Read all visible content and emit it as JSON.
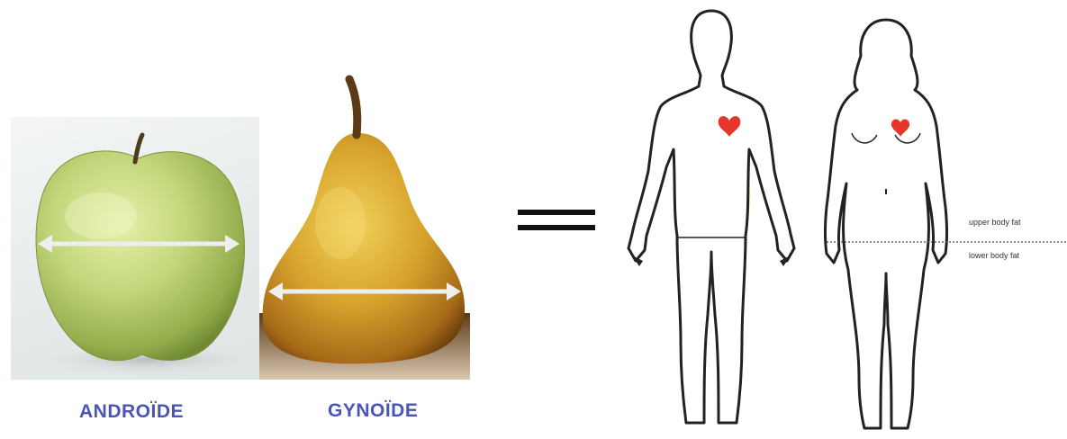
{
  "captions": {
    "apple": "ANDROÏDE",
    "pear": "GYNOÏDE"
  },
  "equals_sign": "=",
  "body_fat_labels": {
    "upper": "upper body fat",
    "lower": "lower body fat"
  },
  "colors": {
    "caption": "#4a55b8",
    "fat": "#f2d21a",
    "heart": "#e8352a",
    "outline": "#222222"
  },
  "icons": [
    "apple-image",
    "pear-image",
    "male-figure",
    "female-figure",
    "heart-icon",
    "width-arrow"
  ]
}
